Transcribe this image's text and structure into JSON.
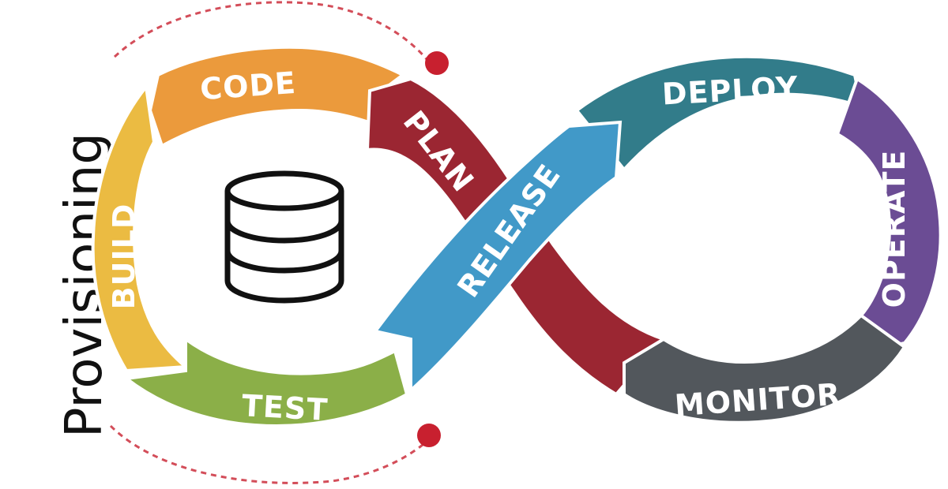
{
  "side_text": "Provisioning",
  "stages": {
    "code": {
      "label": "CODE",
      "color": "#EB9A3C"
    },
    "build": {
      "label": "BUILD",
      "color": "#EBBB42"
    },
    "test": {
      "label": "TEST",
      "color": "#8BAF48"
    },
    "plan": {
      "label": "PLAN",
      "color": "#9B2632"
    },
    "release": {
      "label": "RELEASE",
      "color": "#4199C8"
    },
    "deploy": {
      "label": "DEPLOY",
      "color": "#327C8A"
    },
    "operate": {
      "label": "OPERATE",
      "color": "#6B4C94"
    },
    "monitor": {
      "label": "MONITOR",
      "color": "#52575C"
    }
  },
  "accent_dot_color": "#C8202F",
  "icon": "database-icon"
}
